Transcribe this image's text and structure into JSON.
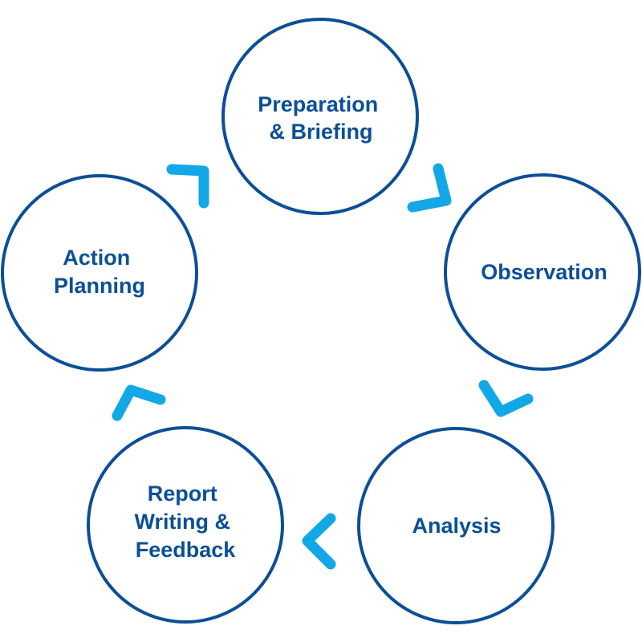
{
  "diagram": {
    "colors": {
      "circle_stroke": "#0b4f96",
      "text": "#0b4f96",
      "arrow": "#12a7e6",
      "background": "#ffffff"
    },
    "steps": [
      {
        "id": "preparation",
        "lines": [
          "Preparation",
          "& Briefing"
        ]
      },
      {
        "id": "observation",
        "lines": [
          "Observation"
        ]
      },
      {
        "id": "analysis",
        "lines": [
          "Analysis"
        ]
      },
      {
        "id": "report",
        "lines": [
          "Report",
          "Writing &",
          "Feedback"
        ]
      },
      {
        "id": "action",
        "lines": [
          "Action",
          "Planning"
        ]
      }
    ],
    "arrow_direction": "clockwise",
    "arrow_icon": "chevron-icon"
  }
}
